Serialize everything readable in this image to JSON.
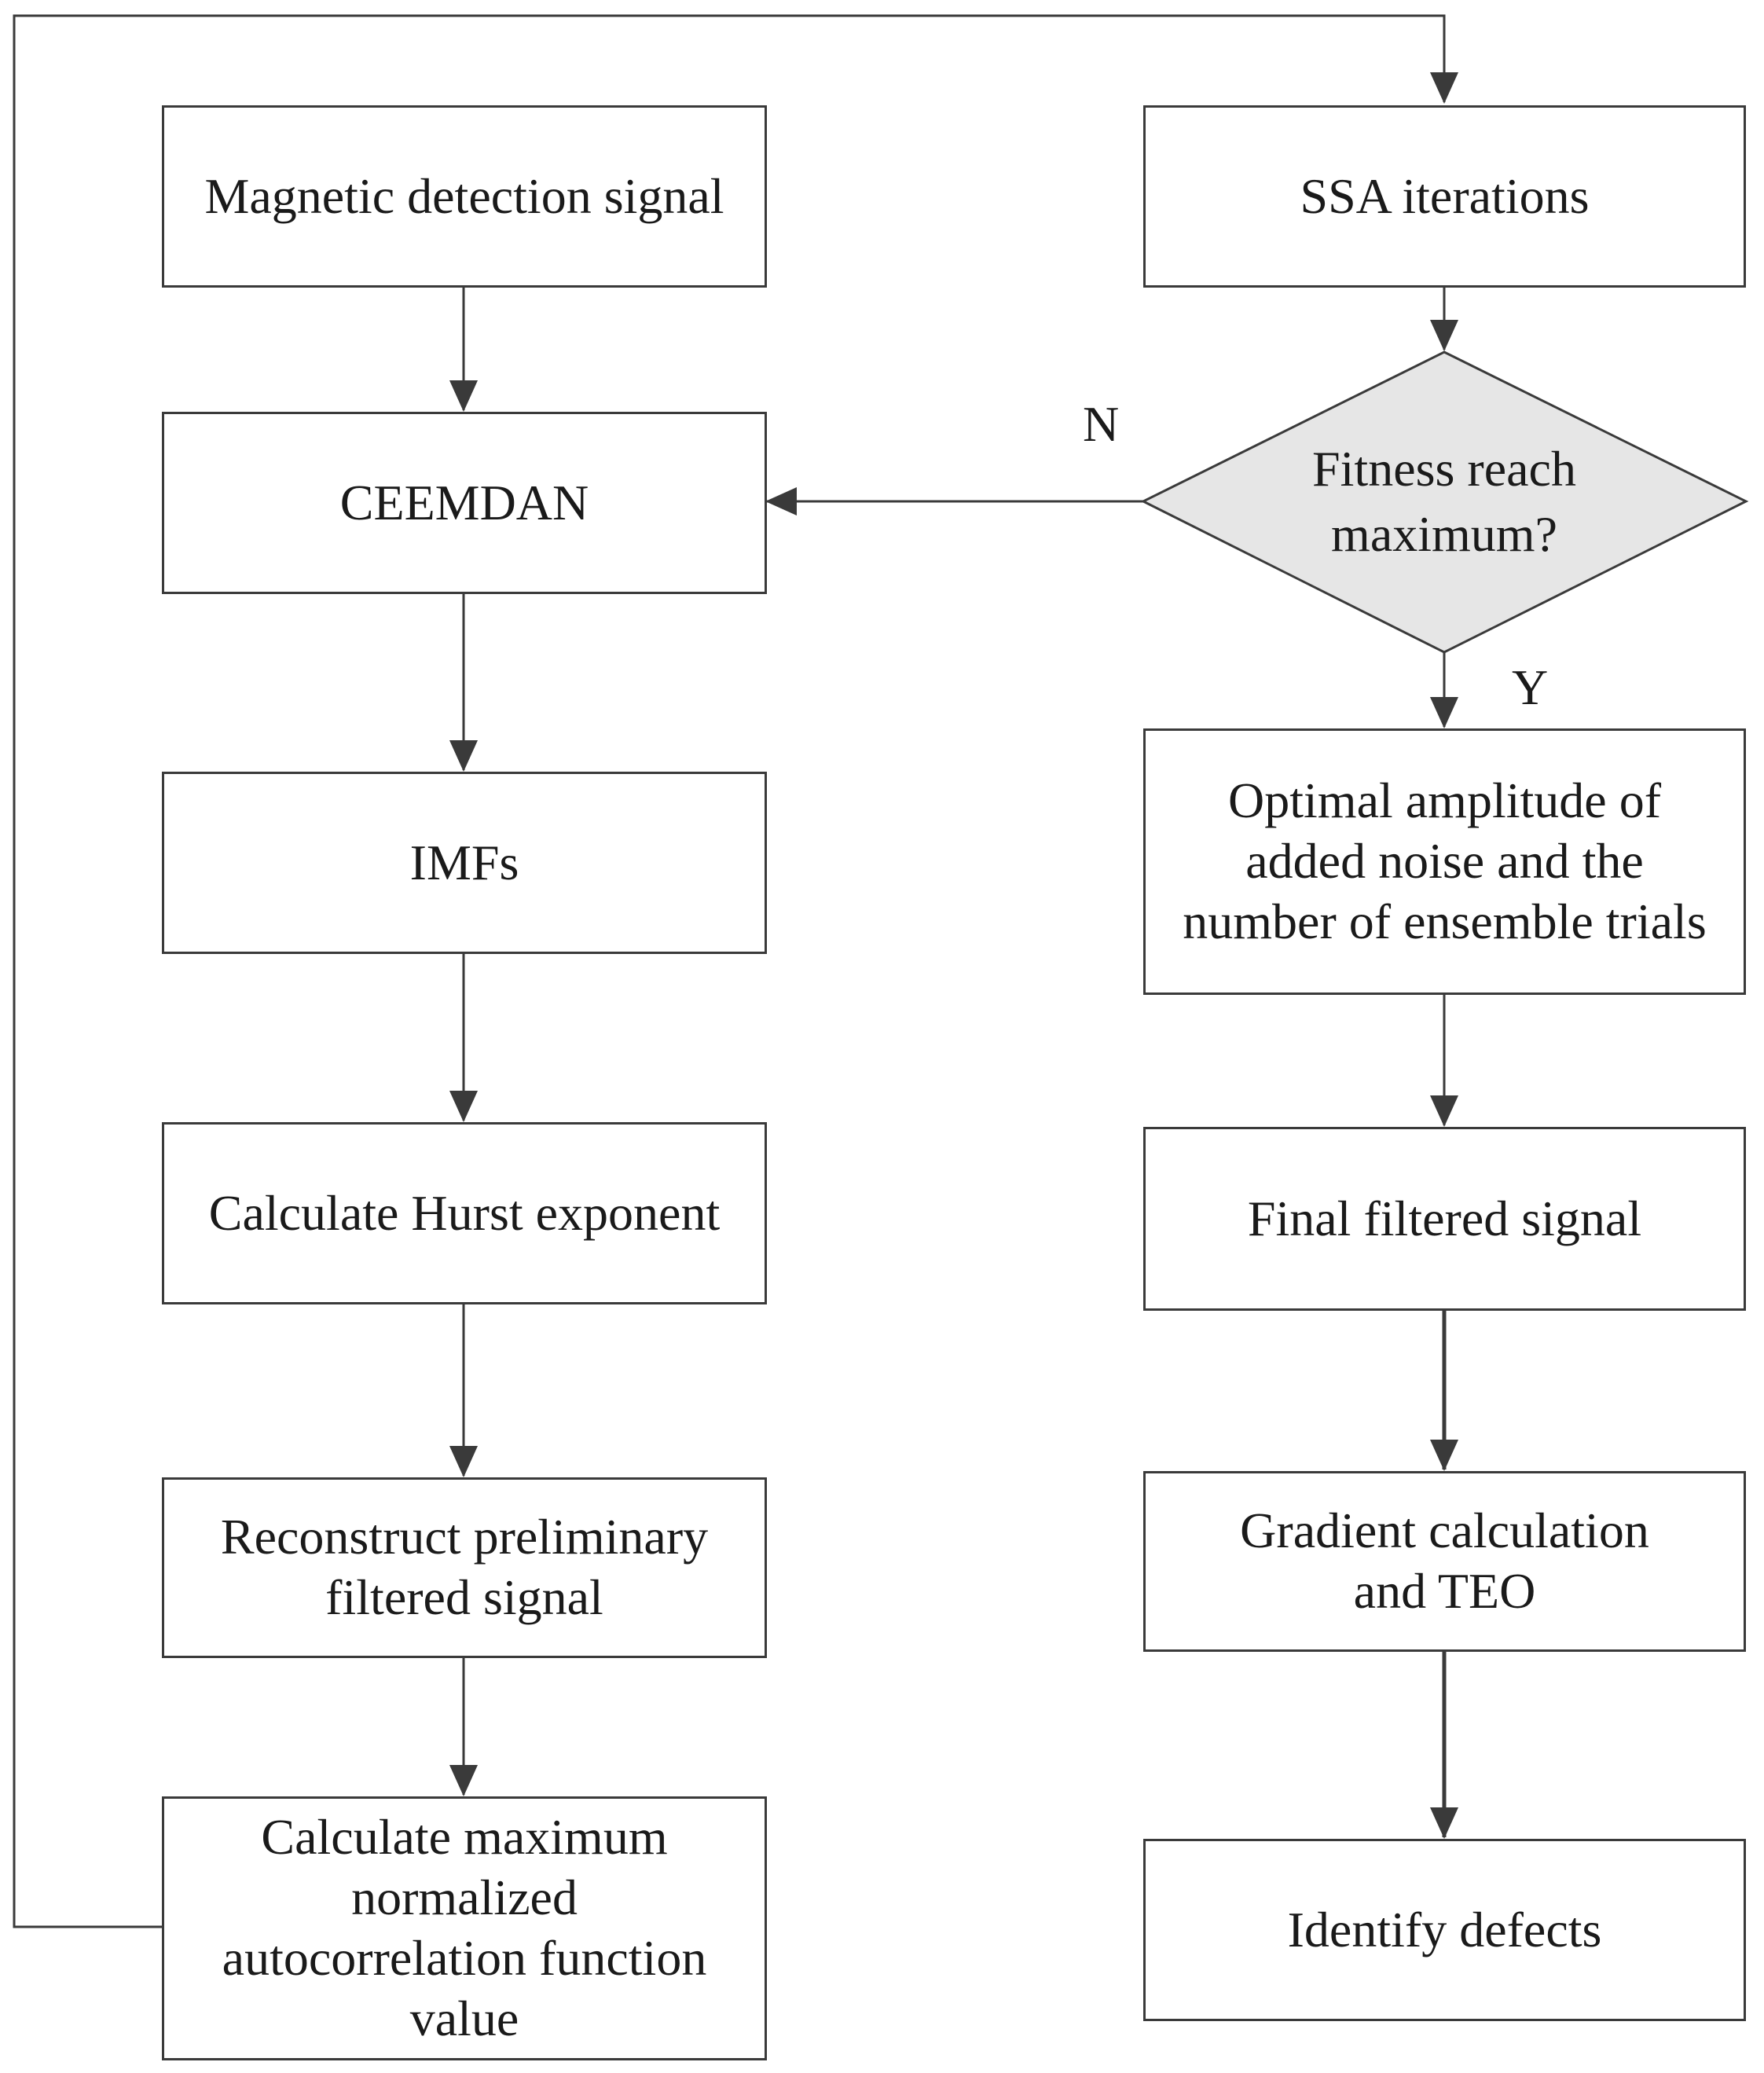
{
  "left_column": {
    "magnetic_signal": "Magnetic detection signal",
    "ceemdan": "CEEMDAN",
    "imfs": "IMFs",
    "hurst": "Calculate Hurst exponent",
    "reconstruct": "Reconstruct preliminary filtered signal",
    "autocorr": "Calculate maximum normalized autocorrelation function value"
  },
  "right_column": {
    "ssa": "SSA iterations",
    "decision": "Fitness reach maximum?",
    "optimal": "Optimal amplitude of added noise and the number of ensemble trials",
    "final_filtered": "Final filtered signal",
    "gradient": "Gradient calculation and TEO",
    "identify": "Identify defects"
  },
  "labels": {
    "no": "N",
    "yes": "Y"
  },
  "colors": {
    "line": "#3a3a3a",
    "decision_fill": "#e6e6e6"
  }
}
